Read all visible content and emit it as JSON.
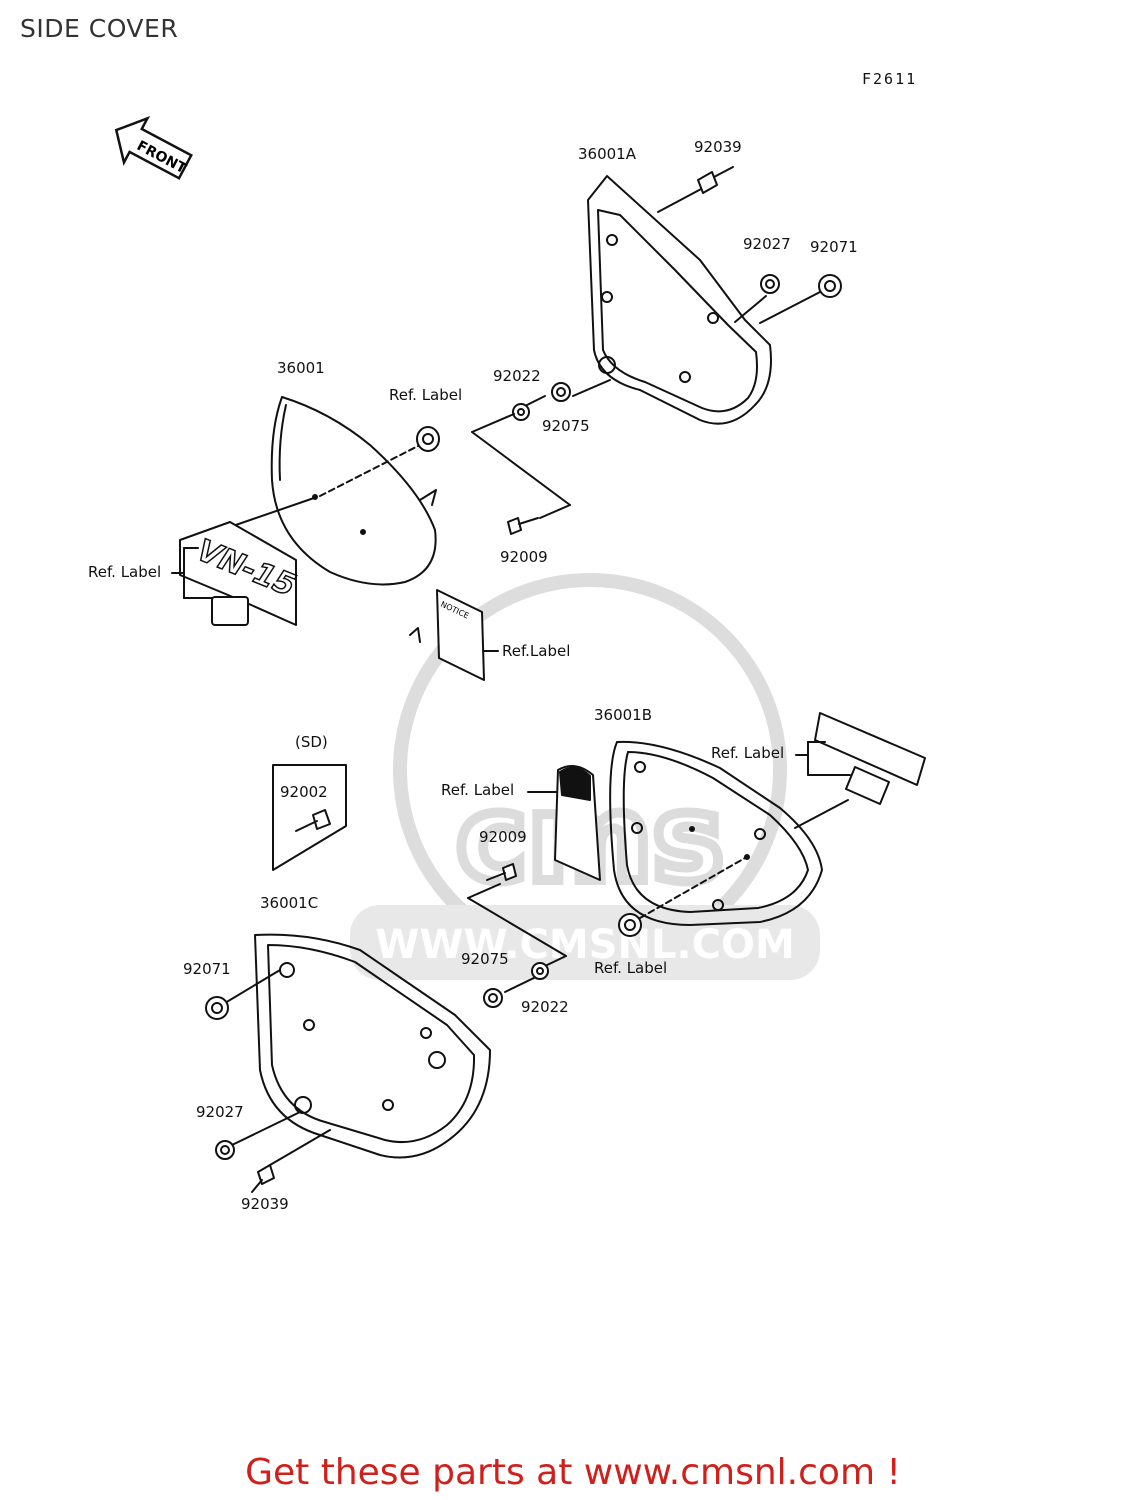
{
  "title": "SIDE COVER",
  "figure_code": "F2611",
  "front_arrow_text": "FRONT",
  "watermark": {
    "url_text": "WWW.CMSNL.COM",
    "logo_text": "cms"
  },
  "emblem_text": "VN-15",
  "label_text": {
    "caution": "NOTICE"
  },
  "callouts": {
    "p36001A": "36001A",
    "p92039_top": "92039",
    "p92027_top": "92027",
    "p92071_top": "92071",
    "p36001": "36001",
    "ref_label_1": "Ref. Label",
    "p92022_top": "92022",
    "p92075_top": "92075",
    "ref_label_left": "Ref. Label",
    "p92009_top": "92009",
    "ref_label_notice": "Ref.Label",
    "p36001B": "36001B",
    "ref_label_right": "Ref. Label",
    "sd": "(SD)",
    "p92002": "92002",
    "ref_label_mid": "Ref. Label",
    "p92009_mid": "92009",
    "p36001C": "36001C",
    "p92071_low": "92071",
    "p92075_low": "92075",
    "p92022_low": "92022",
    "ref_label_low": "Ref.  Label",
    "p92027_low": "92027",
    "p92039_low": "92039"
  },
  "banner": "Get these parts at www.cmsnl.com !",
  "colors": {
    "banner": "#d0201c",
    "lines": "#111111",
    "watermark": "#d9d9d9"
  }
}
